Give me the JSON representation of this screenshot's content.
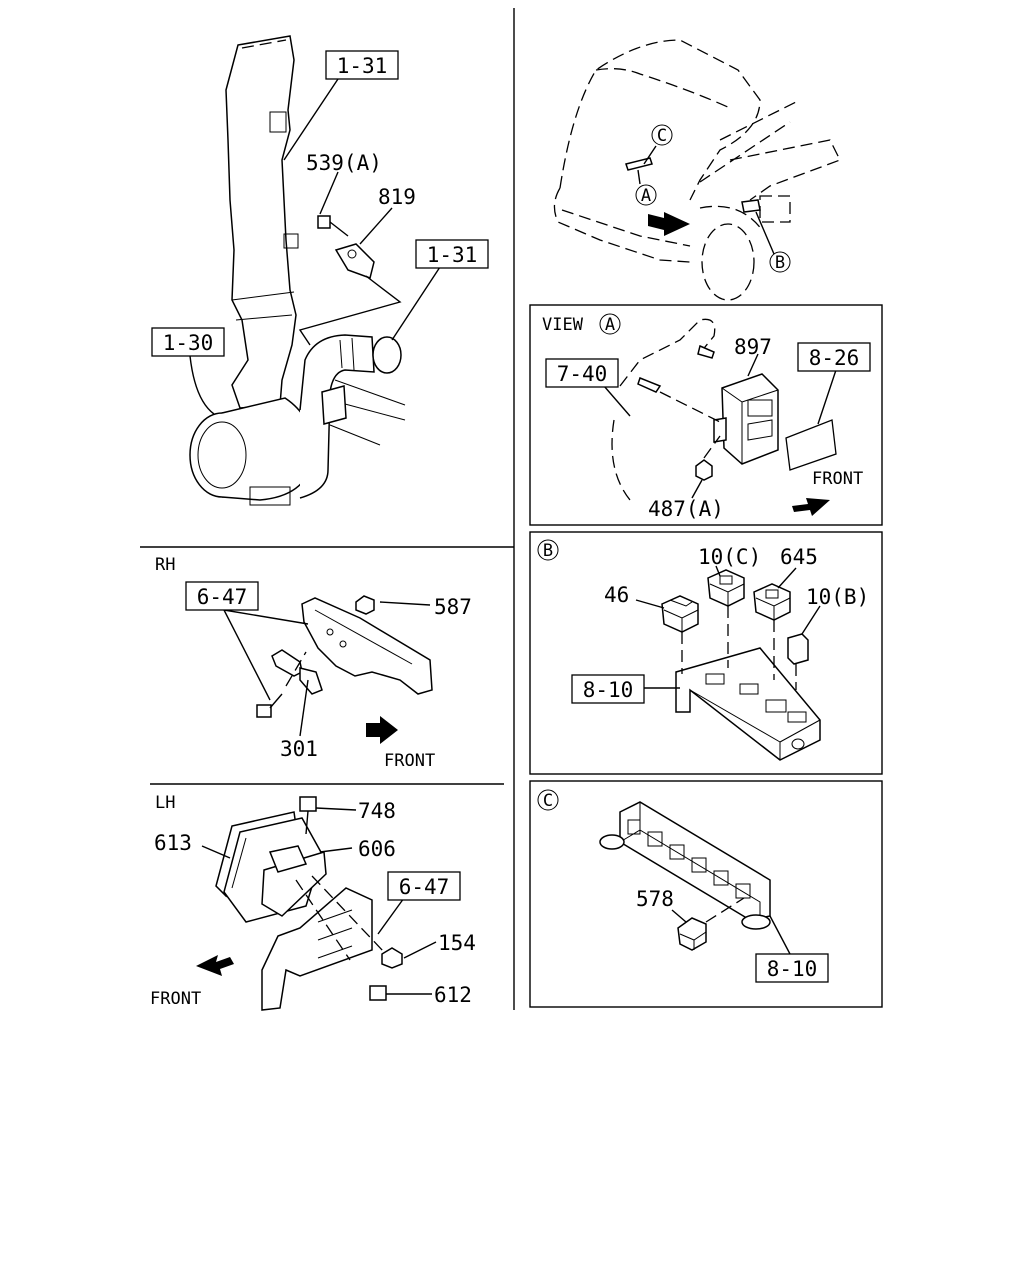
{
  "panels": {
    "intake": {
      "callouts": [
        "1-31",
        "539(A)",
        "819",
        "1-31",
        "1-30"
      ]
    },
    "rh": {
      "title": "RH",
      "callouts": [
        "6-47",
        "587",
        "301"
      ],
      "front": "FRONT"
    },
    "lh": {
      "title": "LH",
      "callouts": [
        "748",
        "613",
        "606",
        "6-47",
        "154",
        "612"
      ],
      "front": "FRONT"
    },
    "cab": {
      "markers": [
        "C",
        "A",
        "B"
      ]
    },
    "view_a": {
      "title": "VIEW",
      "marker": "A",
      "callouts": [
        "897",
        "8-26",
        "7-40",
        "487(A)"
      ],
      "front": "FRONT"
    },
    "detail_b": {
      "marker": "B",
      "callouts": [
        "10(C)",
        "645",
        "46",
        "10(B)",
        "8-10"
      ]
    },
    "detail_c": {
      "marker": "C",
      "callouts": [
        "578",
        "8-10"
      ]
    }
  }
}
